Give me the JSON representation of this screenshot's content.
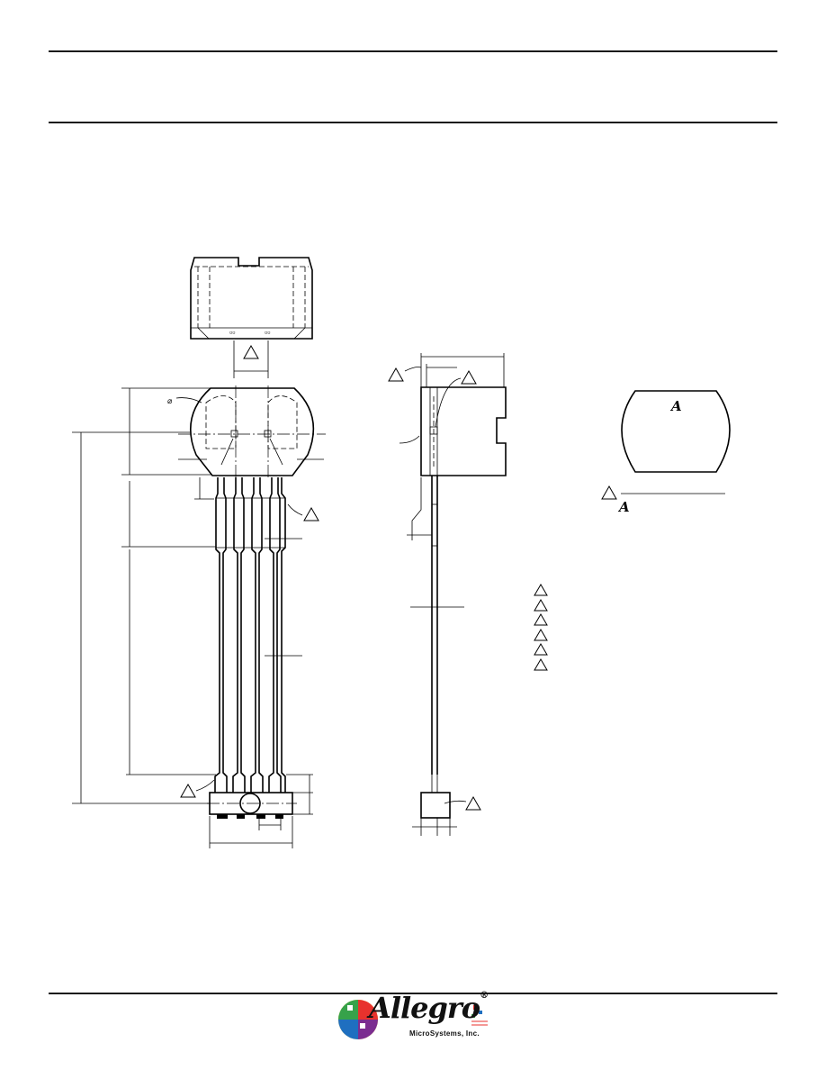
{
  "symbols": {
    "diameter": "⌀",
    "datum_a": "A"
  },
  "logo": {
    "brand": "Allegro",
    "registered": "®",
    "subtitle": "MicroSystems, Inc."
  }
}
